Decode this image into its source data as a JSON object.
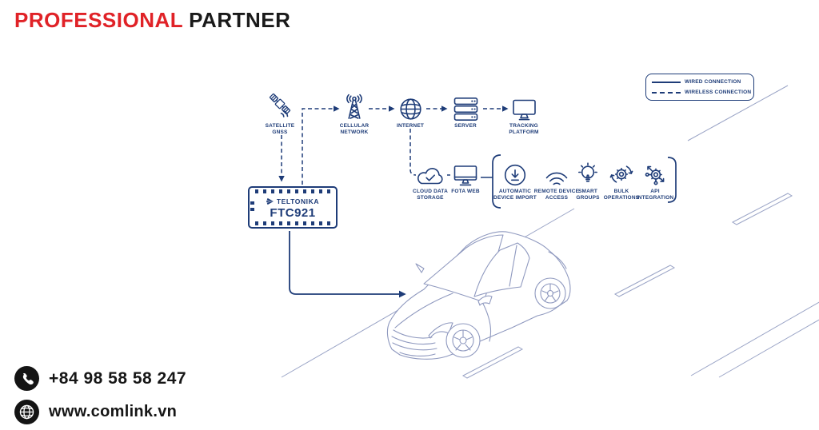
{
  "header": {
    "brand_red": "PROFESSIONAL",
    "brand_black": "PARTNER"
  },
  "legend": {
    "items": [
      {
        "style": "solid",
        "label": "WIRED CONNECTION"
      },
      {
        "style": "dashed",
        "label": "WIRELESS CONNECTION"
      }
    ]
  },
  "device": {
    "brand": "TELTONIKA",
    "model": "FTC921"
  },
  "diagram": {
    "top_nodes": [
      {
        "icon": "satellite-icon",
        "label": "SATELLITE\nGNSS"
      },
      {
        "icon": "cell-tower-icon",
        "label": "CELLULAR\nNETWORK"
      },
      {
        "icon": "globe-icon",
        "label": "INTERNET"
      },
      {
        "icon": "server-icon",
        "label": "SERVER"
      },
      {
        "icon": "monitor-icon",
        "label": "TRACKING\nPLATFORM"
      }
    ],
    "mid_nodes": [
      {
        "icon": "cloud-check-icon",
        "label": "CLOUD DATA\nSTORAGE"
      },
      {
        "icon": "monitor-icon",
        "label": "FOTA WEB"
      }
    ],
    "features": [
      {
        "icon": "download-circle-icon",
        "label": "AUTOMATIC\nDEVICE IMPORT"
      },
      {
        "icon": "wireless-icon",
        "label": "REMOTE DEVICE\nACCESS"
      },
      {
        "icon": "lightbulb-icon",
        "label": "SMART\nGROUPS"
      },
      {
        "icon": "gear-sync-icon",
        "label": "BULK\nOPERATIONS"
      },
      {
        "icon": "gear-api-icon",
        "label": "API\nINTEGRATION"
      }
    ]
  },
  "contact": {
    "phone": "+84 98 58 58 247",
    "website": "www.comlink.vn"
  },
  "colors": {
    "navy": "#1e3c78",
    "red": "#e02227",
    "line_light": "#939dc2",
    "text_black": "#161616",
    "background": "#ffffff"
  }
}
